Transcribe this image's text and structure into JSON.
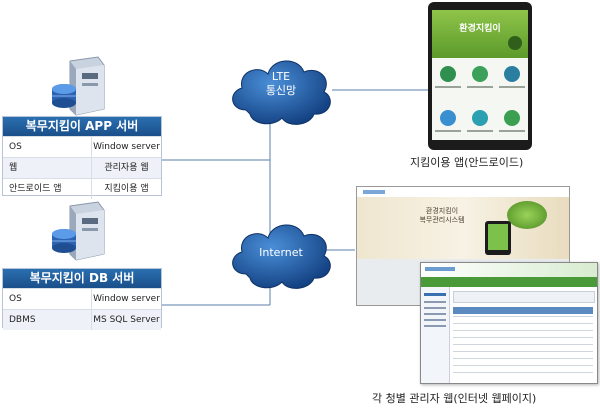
{
  "clouds": {
    "lte": "LTE\n통신망",
    "internet": "Internet"
  },
  "app_server": {
    "title": "복무지킴이 APP 서버",
    "rows": [
      {
        "label": "OS",
        "value": "Window server"
      },
      {
        "label": "웹",
        "value": "관리자용 웹"
      },
      {
        "label": "안드로이드 앱",
        "value": "지킴이용 앱"
      }
    ]
  },
  "db_server": {
    "title": "복무지킴이 DB 서버",
    "rows": [
      {
        "label": "OS",
        "value": "Window server"
      },
      {
        "label": "DBMS",
        "value": "MS SQL Server"
      }
    ]
  },
  "phone": {
    "app_title": "환경지킴이",
    "caption": "지킴이용 앱(안드로이드)"
  },
  "web": {
    "banner_title": "환경지킴이\n복무관리시스템",
    "caption": "각 청별 관리자 웹(인터넷 웹페이지)"
  },
  "colors": {
    "cloud": "#1f5fa8",
    "server_title": "#1f5f9e",
    "line": "#5b7fa8"
  }
}
